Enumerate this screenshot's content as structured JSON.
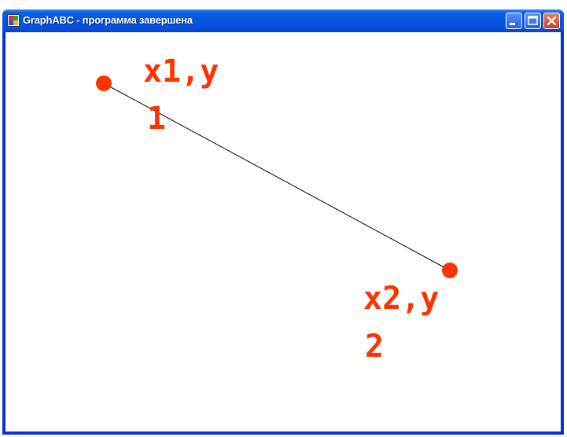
{
  "window": {
    "title": "GraphABC - программа завершена",
    "buttons": {
      "minimize": "minimize-icon",
      "maximize": "maximize-icon",
      "close": "close-icon"
    }
  },
  "canvas": {
    "point1": {
      "label_line1": "x1,y",
      "label_line2": "1"
    },
    "point2": {
      "label_line1": "x2,y",
      "label_line2": "2"
    }
  },
  "colors": {
    "marker": "#ff3300",
    "line": "#000000",
    "titlebar": "#0454dc",
    "close_button": "#c9402a"
  }
}
